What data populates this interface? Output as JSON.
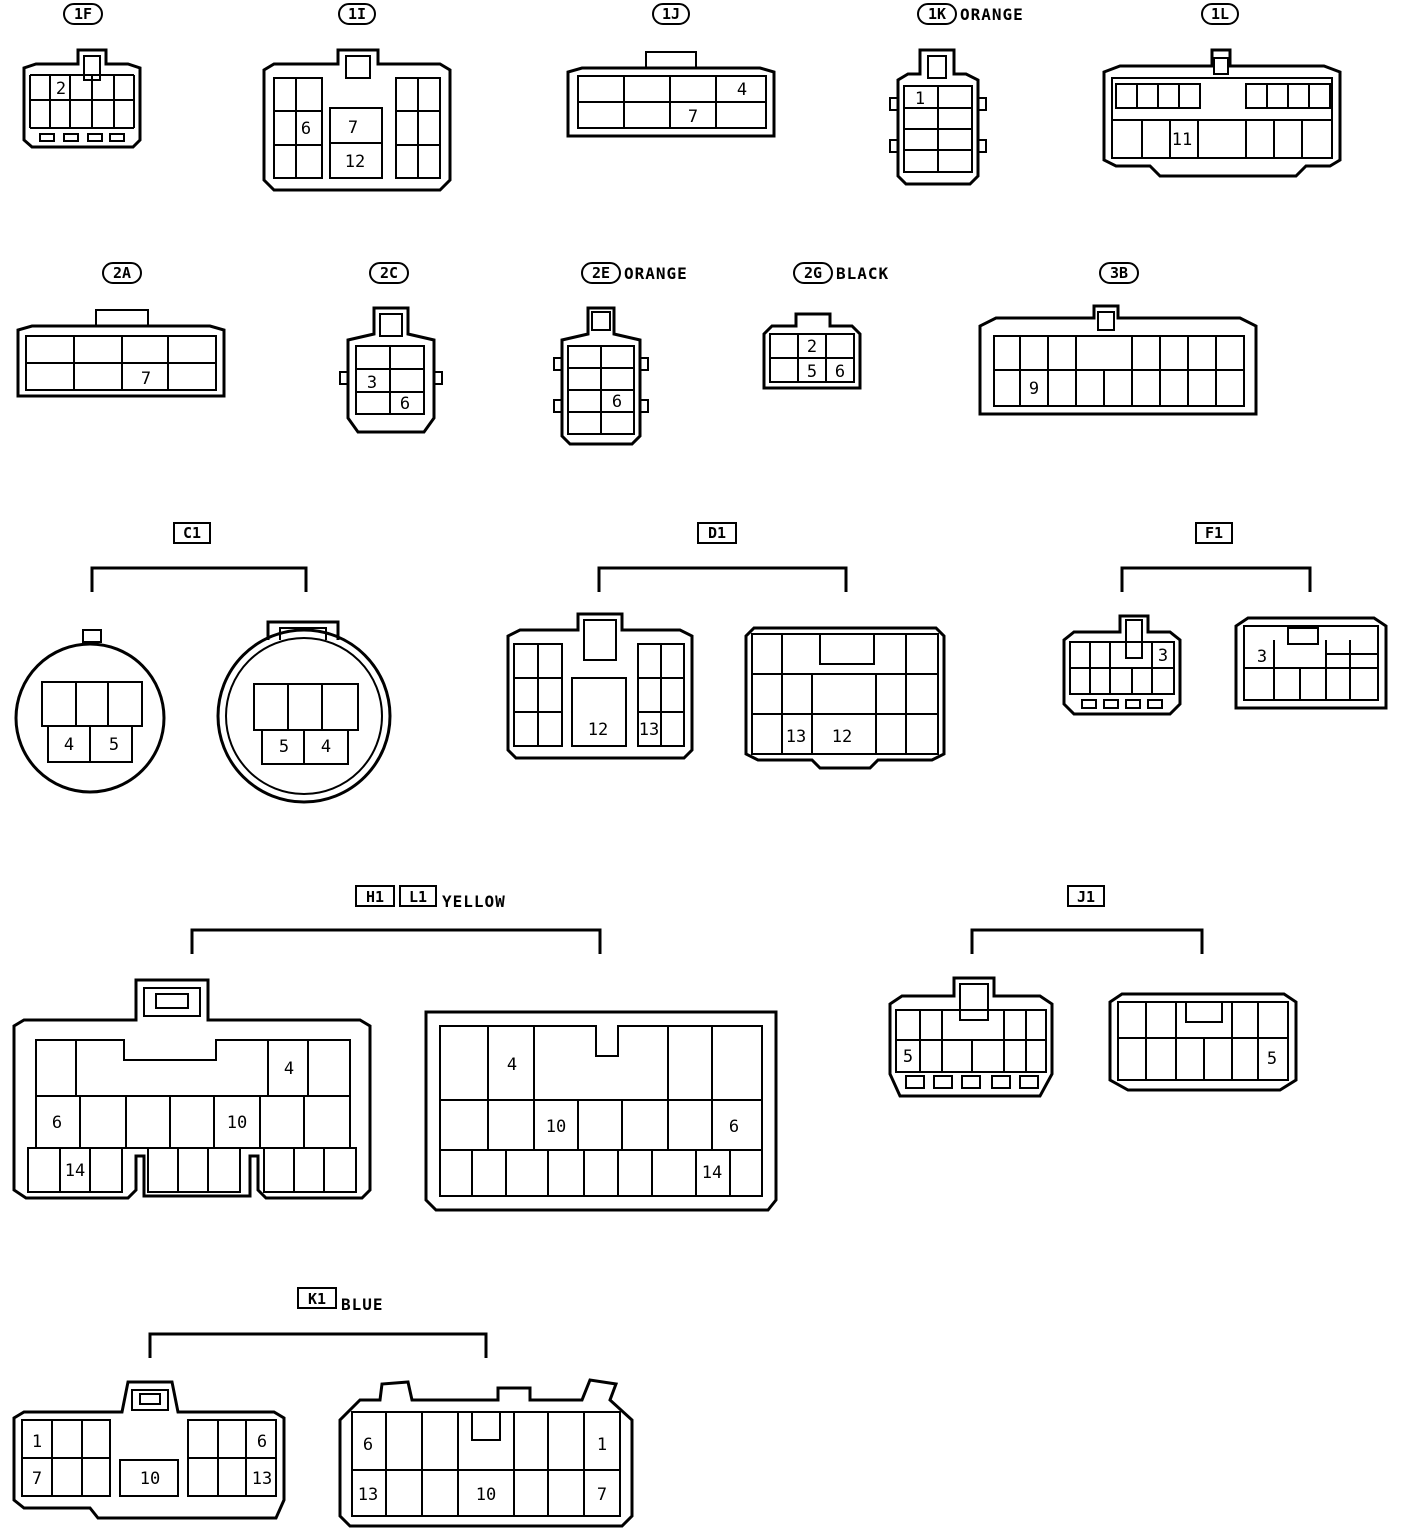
{
  "labels": {
    "c1F": "1F",
    "c1I": "1I",
    "c1J": "1J",
    "c1K": "1K",
    "c1L": "1L",
    "c2A": "2A",
    "c2C": "2C",
    "c2E": "2E",
    "c2G": "2G",
    "c3B": "3B",
    "C1": "C1",
    "D1": "D1",
    "F1": "F1",
    "H1": "H1",
    "L1": "L1",
    "J1": "J1",
    "K1": "K1"
  },
  "colors": {
    "c1K": "ORANGE",
    "c2E": "ORANGE",
    "c2G": "BLACK",
    "HL1": "YELLOW",
    "K1": "BLUE"
  },
  "pins": {
    "c1F": [
      "2"
    ],
    "c1I": [
      "6",
      "7",
      "12"
    ],
    "c1J": [
      "4",
      "7"
    ],
    "c1K": [
      "1"
    ],
    "c1L": [
      "11"
    ],
    "c2A": [
      "7"
    ],
    "c2C": [
      "3",
      "6"
    ],
    "c2E": [
      "6"
    ],
    "c2G": [
      "2",
      "5",
      "6"
    ],
    "c3B": [
      "9"
    ],
    "C1_left": [
      "4",
      "5"
    ],
    "C1_right": [
      "5",
      "4"
    ],
    "D1_left": [
      "12",
      "13"
    ],
    "D1_right": [
      "13",
      "12"
    ],
    "F1_left": [
      "3"
    ],
    "F1_right": [
      "3"
    ],
    "HL1_left": [
      "4",
      "6",
      "10",
      "14"
    ],
    "HL1_right": [
      "4",
      "10",
      "6",
      "14"
    ],
    "J1_left": [
      "5"
    ],
    "J1_right": [
      "5"
    ],
    "K1_left": [
      "1",
      "6",
      "7",
      "10",
      "13"
    ],
    "K1_right": [
      "6",
      "1",
      "13",
      "10",
      "7"
    ]
  }
}
